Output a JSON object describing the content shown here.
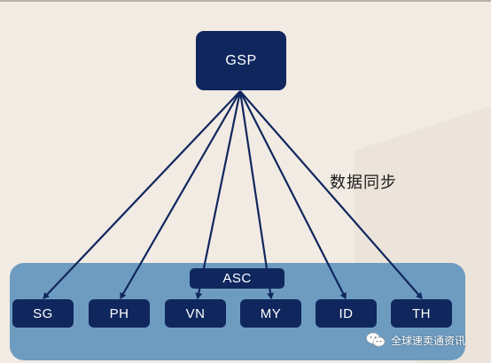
{
  "diagram": {
    "root": {
      "label": "GSP"
    },
    "hub": {
      "label": "ASC"
    },
    "leaves": [
      {
        "id": "sg",
        "label": "SG"
      },
      {
        "id": "ph",
        "label": "PH"
      },
      {
        "id": "vn",
        "label": "VN"
      },
      {
        "id": "my",
        "label": "MY"
      },
      {
        "id": "id",
        "label": "ID"
      },
      {
        "id": "th",
        "label": "TH"
      }
    ],
    "edge_label": "数据同步"
  },
  "watermark": {
    "text": "全球速卖通资讯",
    "icon": "wechat-icon"
  },
  "colors": {
    "background": "#f2ebe3",
    "node": "#10275e",
    "region": "#6e9cc0",
    "edge": "#10275e"
  }
}
